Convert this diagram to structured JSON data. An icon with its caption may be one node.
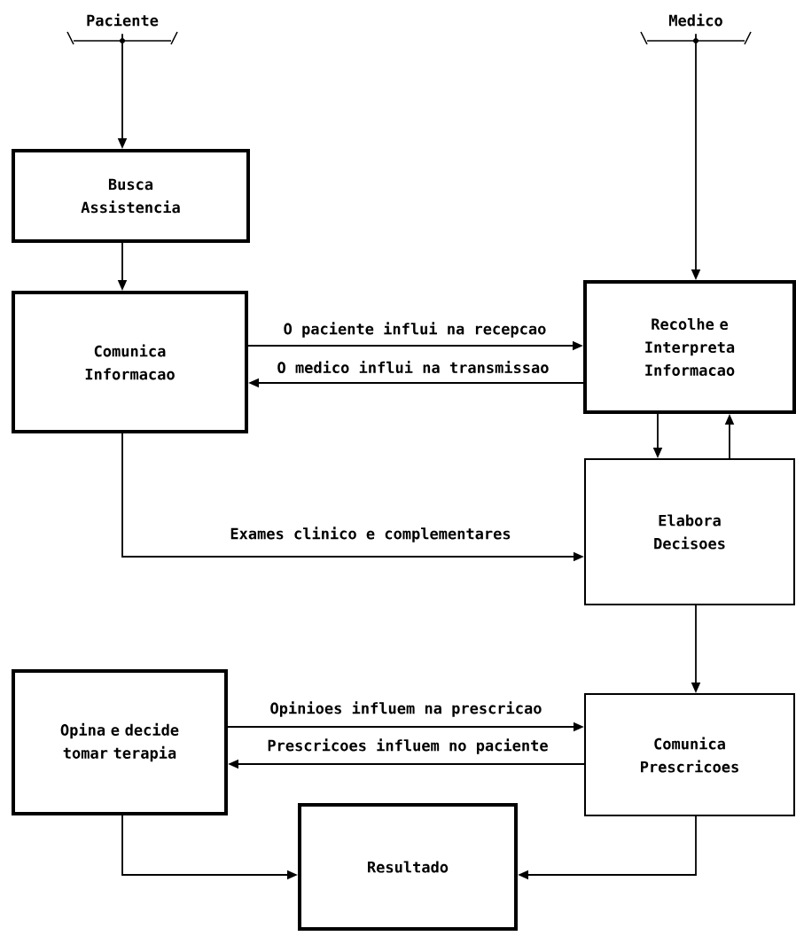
{
  "diagram": {
    "nodes": [
      {
        "text": [
          "Paciente"
        ]
      },
      {
        "text": [
          "Medico"
        ]
      },
      {
        "text": [
          "Busca Assistencia"
        ]
      },
      {
        "text": [
          "Comunica Informacao"
        ]
      },
      {
        "text": [
          "Recolhe e Interpreta Informacao"
        ]
      },
      {
        "text": [
          "Elabora Decisoes"
        ]
      },
      {
        "text": [
          "Opina e decide tomar terapia"
        ]
      },
      {
        "text": [
          "Comunica Prescricoes"
        ]
      },
      {
        "text": [
          "Resultado"
        ]
      }
    ],
    "edges": [
      {
        "from": 0,
        "to": 2,
        "arrow": "to"
      },
      {
        "from": 1,
        "to": 4,
        "arrow": "to"
      },
      {
        "from": 2,
        "to": 3,
        "arrow": "to"
      },
      {
        "from": 3,
        "to": 4,
        "arrow": "to",
        "label": "O paciente influi na recepcao"
      },
      {
        "from": 4,
        "to": 3,
        "arrow": "to",
        "label": "O medico influi na transmissao"
      },
      {
        "from": 4,
        "to": 5,
        "arrow": "to"
      },
      {
        "from": 5,
        "to": 4,
        "arrow": "to"
      },
      {
        "from": 3,
        "to": 5,
        "arrow": "to",
        "label": "Exames clinico e complementares"
      },
      {
        "from": 5,
        "to": 7,
        "arrow": "to"
      },
      {
        "from": 6,
        "to": 7,
        "arrow": "to",
        "label": "Opinioes influem na prescricao"
      },
      {
        "from": 7,
        "to": 6,
        "arrow": "to",
        "label": "Prescricoes influem no paciente"
      },
      {
        "from": 6,
        "to": 8,
        "arrow": "to"
      },
      {
        "from": 7,
        "to": 8,
        "arrow": "to"
      }
    ]
  }
}
